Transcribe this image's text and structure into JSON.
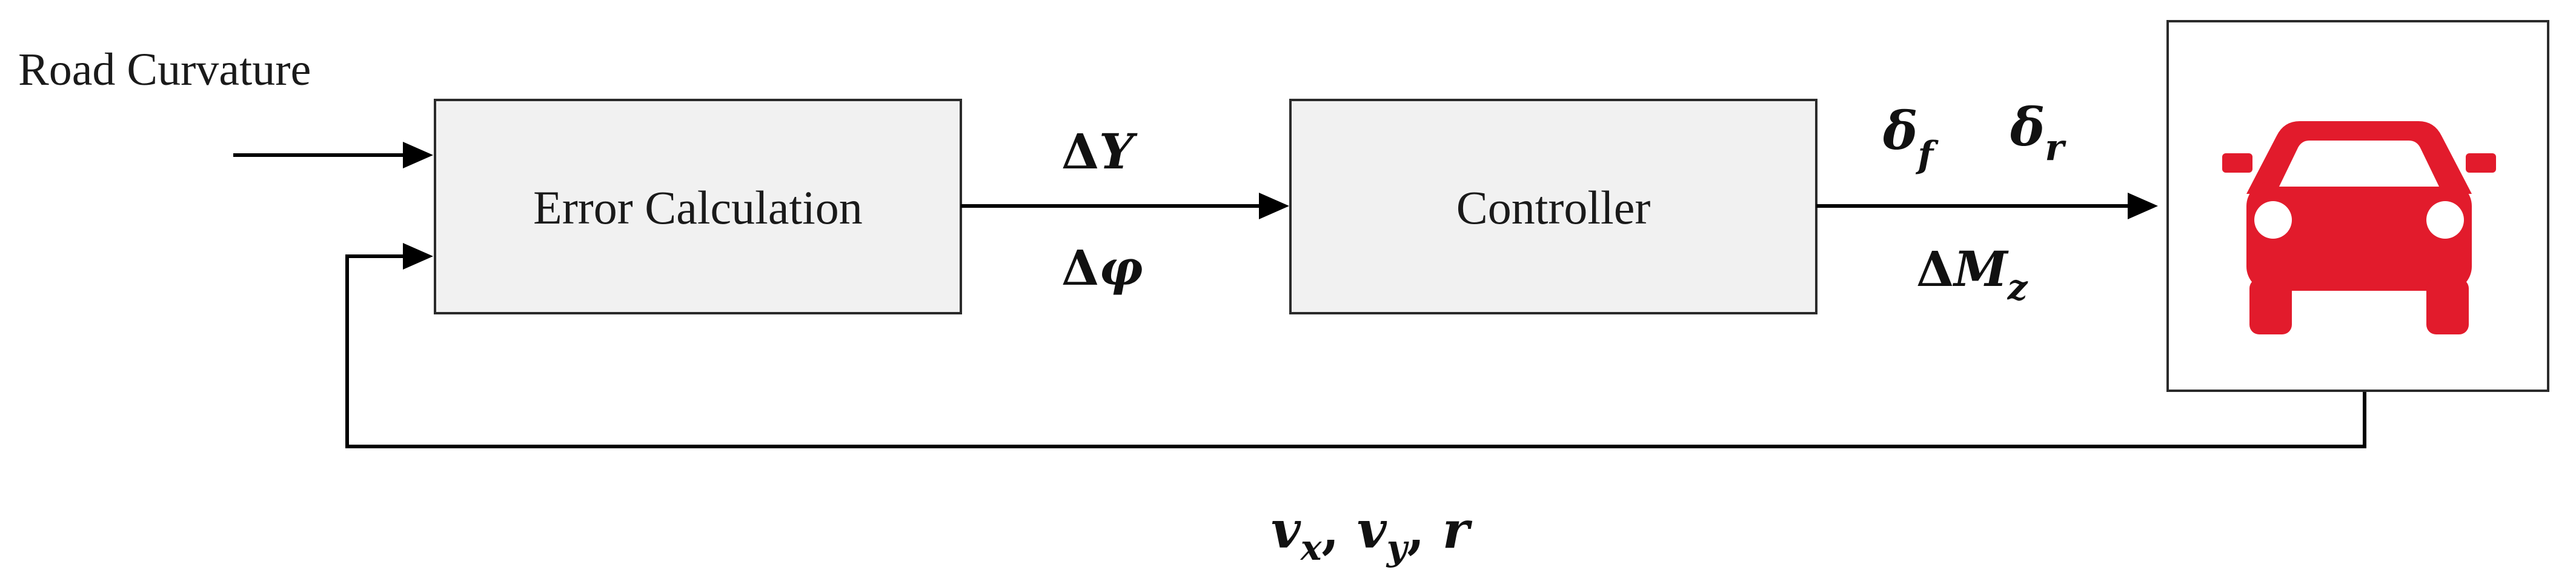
{
  "diagram": {
    "inputs": {
      "road_curvature": "Road Curvature"
    },
    "blocks": {
      "error_calculation": "Error Calculation",
      "controller": "Controller"
    },
    "signals": {
      "error_y_delta": "Δ",
      "error_y_var": "Y",
      "error_phi_delta": "Δ",
      "error_phi_var": "φ",
      "delta_front_base": "δ",
      "delta_front_sub": "f",
      "delta_rear_base": "δ",
      "delta_rear_sub": "r",
      "yaw_moment_delta": "Δ",
      "yaw_moment_base": "M",
      "yaw_moment_sub": "z"
    },
    "feedback": {
      "vx_base": "v",
      "vx_sub": "x",
      "vy_base": "v",
      "vy_sub": "y",
      "r": "r",
      "separator": ", "
    },
    "vehicle": {
      "icon": "car-icon",
      "color": "#e21b2c"
    }
  }
}
